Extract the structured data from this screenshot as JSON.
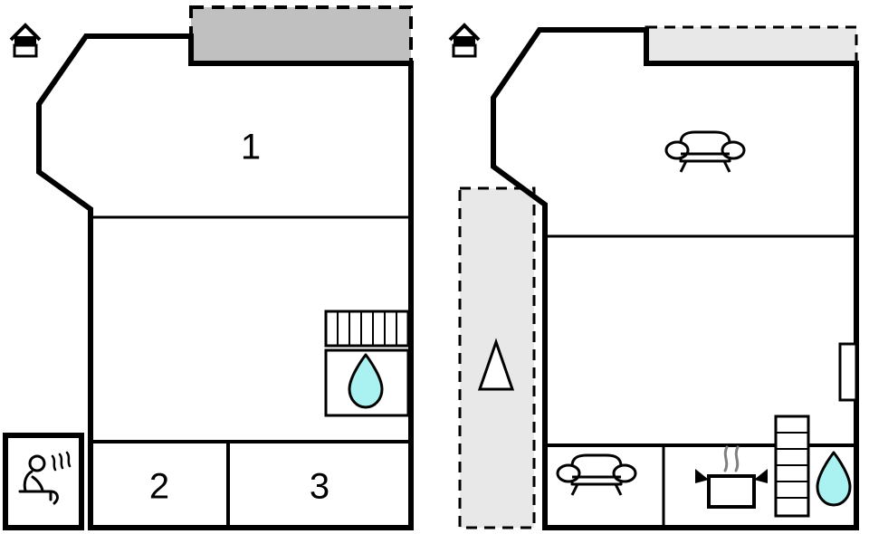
{
  "document": {
    "type": "floor-plan",
    "title": "Two-level house floor plan",
    "levels": 2,
    "background_color": "#ffffff",
    "wall_color": "#000000"
  },
  "colors": {
    "wall": "#000000",
    "interior_wall": "#000000",
    "terrace_dark": "#c0c0c0",
    "terrace_light": "#e8e8e8",
    "water_drop": "#aaf2f2",
    "white": "#ffffff",
    "steam": "#808080"
  },
  "left_plan": {
    "name": "ground-floor-plan",
    "compass_icon": "house-north-icon",
    "terrace": {
      "name": "top-terrace",
      "fill": "#c0c0c0",
      "border_style": "dashed"
    },
    "rooms": [
      {
        "id": "room-1",
        "label": "1"
      },
      {
        "id": "room-2",
        "label": "2"
      },
      {
        "id": "room-3",
        "label": "3"
      }
    ],
    "icons": [
      {
        "name": "staircase-icon",
        "steps": 6,
        "orientation": "horizontal"
      },
      {
        "name": "water-drop-icon",
        "color": "#aaf2f2"
      },
      {
        "name": "sauna-icon",
        "description": "seated person with heat waves"
      }
    ]
  },
  "right_plan": {
    "name": "upper-floor-plan",
    "compass_icon": "house-north-icon",
    "terraces": [
      {
        "name": "top-terrace",
        "fill": "#e8e8e8",
        "border_style": "dashed"
      },
      {
        "name": "side-terrace",
        "fill": "#e8e8e8",
        "border_style": "dashed",
        "icon": "parasol-triangle-icon"
      }
    ],
    "icons": [
      {
        "name": "sofa-icon",
        "location": "living-room-upper"
      },
      {
        "name": "sofa-icon",
        "location": "living-room-lower"
      },
      {
        "name": "cooking-pot-icon",
        "location": "kitchen"
      },
      {
        "name": "staircase-icon",
        "steps": 6,
        "orientation": "vertical"
      },
      {
        "name": "water-drop-icon",
        "color": "#aaf2f2"
      },
      {
        "name": "door-icon",
        "location": "right-wall"
      },
      {
        "name": "parasol-triangle-icon",
        "location": "side-terrace"
      }
    ]
  }
}
